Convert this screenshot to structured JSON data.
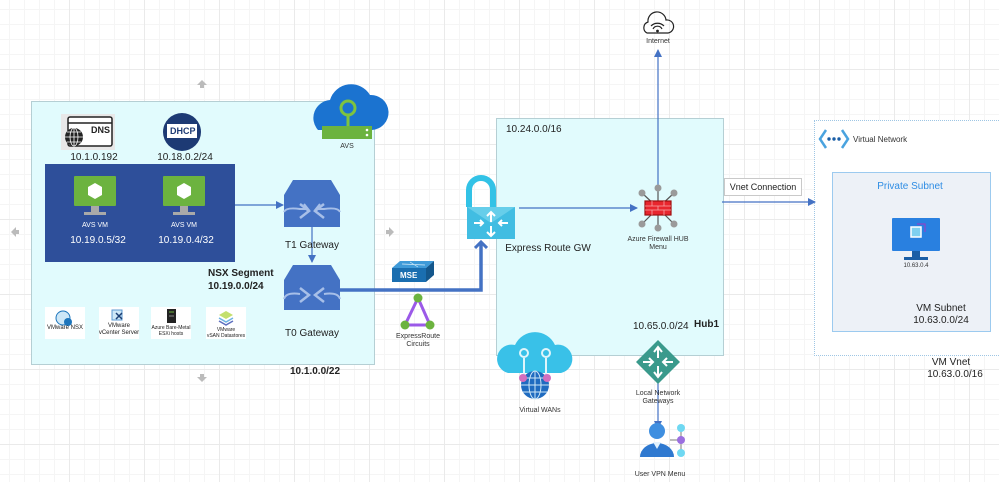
{
  "avs_zone": {
    "dns": {
      "label": "DNS",
      "ip": "10.1.0.192"
    },
    "dhcp": {
      "label": "DHCP",
      "ip": "10.18.0.2/24"
    },
    "avs_cloud": {
      "label": "AVS"
    },
    "vms": [
      {
        "label": "AVS VM",
        "ip": "10.19.0.5/32"
      },
      {
        "label": "AVS VM",
        "ip": "10.19.0.4/32"
      }
    ],
    "nsx_segment": {
      "title": "NSX Segment",
      "cidr": "10.19.0.0/24"
    },
    "products": [
      {
        "label_line1": "VMware NSX",
        "label_line2": ""
      },
      {
        "label_line1": "VMware",
        "label_line2": "vCenter Server"
      },
      {
        "label_line1": "Azure Bare-Metal",
        "label_line2": "ESXi hosts"
      },
      {
        "label_line1": "VMware",
        "label_line2": "vSAN Datastores"
      }
    ],
    "t1_gateway": "T1 Gateway",
    "t0_gateway": "T0 Gateway",
    "cidr": "10.1.0.0/22"
  },
  "middle": {
    "mse": "MSE",
    "expressroute_circuits_line1": "ExpressRoute",
    "expressroute_circuits_line2": "Circuits",
    "internet": "Internet",
    "virtual_wans": "Virtual WANs",
    "local_network_gateways_line1": "Local Network",
    "local_network_gateways_line2": "Gateways",
    "user_vpn": "User VPN Menu"
  },
  "hub": {
    "cidr_top": "10.24.0.0/16",
    "express_route_gw": "Express Route GW",
    "firewall_line1": "Azure Firewall HUB",
    "firewall_line2": "Menu",
    "cidr_bottom": "10.65.0.0/24",
    "name": "Hub1"
  },
  "vnet": {
    "connection_label": "Vnet Connection",
    "title": "Virtual Network",
    "subnet_title": "Private Subnet",
    "vm_ip": "10.63.0.4",
    "vm_subnet_label": "VM Subnet",
    "vm_subnet_cidr": "10.63.0.0/24",
    "vnet_label": "VM Vnet",
    "vnet_cidr": "10.63.0.0/16"
  },
  "colors": {
    "zone_fill": "#e1fbfd",
    "vm_block": "#2e4f9a",
    "connector": "#4472c4",
    "gateway": "#4472c4",
    "subnet_title": "#2f8de4",
    "firewall": "#e8262e"
  }
}
